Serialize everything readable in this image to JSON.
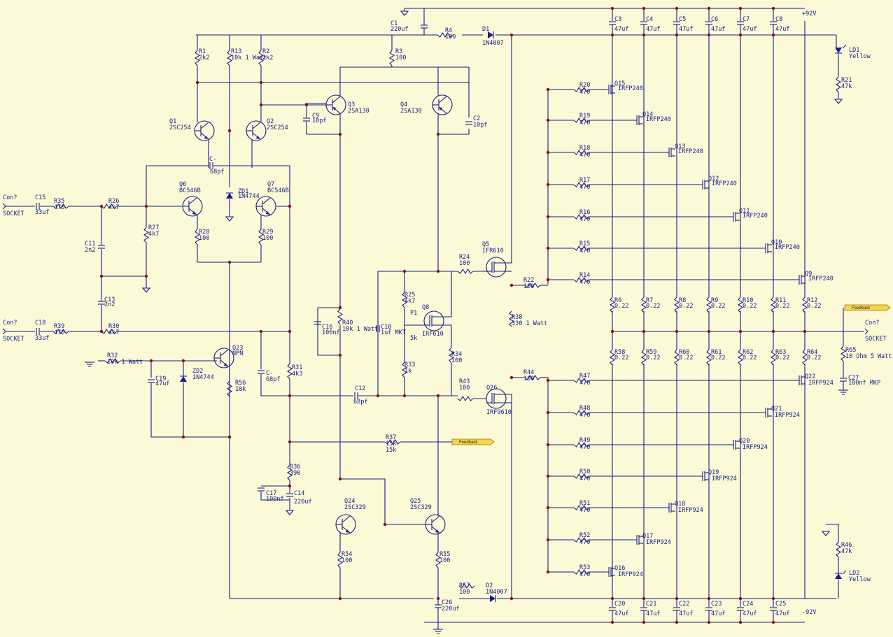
{
  "schematic": {
    "labels": {
      "R1": [
        "R1",
        "2k2"
      ],
      "R2": [
        "R2",
        "2k2"
      ],
      "R3": [
        "R3",
        "100"
      ],
      "R4": [
        "R4",
        "100"
      ],
      "R13": [
        "R13",
        "10k 1 Watt"
      ],
      "R21": [
        "R21",
        "47k"
      ],
      "R22": [
        "R22",
        "100"
      ],
      "R24": [
        "R24",
        "100"
      ],
      "R25": [
        "R25",
        "4k7"
      ],
      "R26": [
        "R26",
        "4k7"
      ],
      "R27": [
        "R27",
        "4k7"
      ],
      "R28": [
        "R28",
        "100"
      ],
      "R29": [
        "R29",
        "100"
      ],
      "R30": [
        "R30",
        "4k7"
      ],
      "R31": [
        "R31",
        "4k3"
      ],
      "R32": [
        "R32",
        "10k 1 Watt"
      ],
      "R33": [
        "R33",
        "1k"
      ],
      "R34": [
        "R34",
        "100"
      ],
      "R35": [
        "R35",
        "470"
      ],
      "R36": [
        "R36",
        "390"
      ],
      "R37": [
        "R37",
        "15k"
      ],
      "R38": [
        "R38",
        "330 1 Watt"
      ],
      "R39": [
        "R39",
        "470"
      ],
      "R40": [
        "R40",
        "10k 1 Watt"
      ],
      "R43": [
        "R43",
        "100"
      ],
      "R44": [
        "R44",
        "100"
      ],
      "R46": [
        "R46",
        "47k"
      ],
      "R54": [
        "R54",
        "100"
      ],
      "R55": [
        "R55",
        "100"
      ],
      "R56": [
        "R56",
        "10k"
      ],
      "R57": [
        "R57",
        "100"
      ],
      "R65": [
        "R65",
        "10 Ohm 5 Watt"
      ],
      "C1": [
        "C1",
        "220uf"
      ],
      "C2": [
        "C2",
        "10pf"
      ],
      "C9": [
        "C9",
        "10pf"
      ],
      "C10": [
        "C10",
        "1uf MKT"
      ],
      "C11": [
        "C11",
        "2n2"
      ],
      "C12": [
        "C12",
        "68pf"
      ],
      "C13": [
        "C13",
        "2n2"
      ],
      "C14": [
        "C14",
        "220uf"
      ],
      "C15": [
        "C15",
        "33uf"
      ],
      "C16": [
        "C16",
        "100nf"
      ],
      "C17": [
        "C17",
        "100nf"
      ],
      "C18": [
        "C18",
        "33uf"
      ],
      "C19": [
        "C19",
        "47uf"
      ],
      "C26": [
        "C26",
        "220uf"
      ],
      "C27": [
        "C27",
        "100nf MKP"
      ],
      "Cm1": [
        "C-",
        "68pf"
      ],
      "Cm2": [
        "C-",
        "68pf"
      ],
      "D1": [
        "D1",
        "1N4007"
      ],
      "D2": [
        "D2",
        "1N4007"
      ],
      "ZD1": [
        "ZD1",
        "1N4744"
      ],
      "ZD2": [
        "ZD2",
        "1N4744"
      ],
      "LD1": [
        "LD1",
        "Yellow"
      ],
      "LD2": [
        "LD2",
        "Yellow"
      ],
      "Q1": [
        "Q1",
        "2SC254"
      ],
      "Q2": [
        "Q2",
        "2SC254"
      ],
      "Q3": [
        "Q3",
        "2SA130"
      ],
      "Q4": [
        "Q4",
        "2SA130"
      ],
      "Q5": [
        "Q5",
        "IFR610"
      ],
      "Q6": [
        "Q6",
        "BC546B"
      ],
      "Q7": [
        "Q7",
        "BC546B"
      ],
      "Q8": [
        "Q8",
        "IRF610"
      ],
      "Q23": [
        "Q23",
        "NPN"
      ],
      "Q24": [
        "Q24",
        "2SC329"
      ],
      "Q25": [
        "Q25",
        "2SC329"
      ],
      "Q26": [
        "Q26",
        "IRF9610"
      ],
      "P1": [
        "P1",
        "5k"
      ],
      "IN1": [
        "Con?",
        "SOCKET"
      ],
      "IN2": [
        "Con?",
        "SOCKET"
      ],
      "OUT": [
        "Con?",
        "SOCKET"
      ]
    },
    "rail_caps_top": [
      "C3",
      "C4",
      "C5",
      "C6",
      "C7",
      "C8"
    ],
    "rail_caps_bottom": [
      "C20",
      "C21",
      "C22",
      "C23",
      "C24",
      "C25"
    ],
    "rail_cap_value": "47uf",
    "upper_gate_resistors": [
      "R20",
      "R19",
      "R18",
      "R17",
      "R16",
      "R15",
      "R14"
    ],
    "upper_mosfets": [
      "Q15",
      "Q14",
      "Q13",
      "Q12",
      "Q11",
      "Q10",
      "Q9"
    ],
    "upper_type": "IRFP240",
    "lower_gate_resistors": [
      "R47",
      "R48",
      "R49",
      "R50",
      "R51",
      "R52",
      "R53"
    ],
    "lower_mosfets": [
      "Q22",
      "Q21",
      "Q20",
      "Q19",
      "Q18",
      "Q17",
      "Q16"
    ],
    "lower_type": "IRFP924",
    "gate_value": "470",
    "upper_source_resistors": [
      "R6",
      "R7",
      "R8",
      "R9",
      "R10",
      "R11",
      "R12"
    ],
    "lower_source_resistors": [
      "R58",
      "R59",
      "R60",
      "R61",
      "R62",
      "R63",
      "R64"
    ],
    "source_value": "0.22",
    "feedback_label": "Feedback",
    "vplus": "+92V",
    "vminus": "-92V"
  }
}
